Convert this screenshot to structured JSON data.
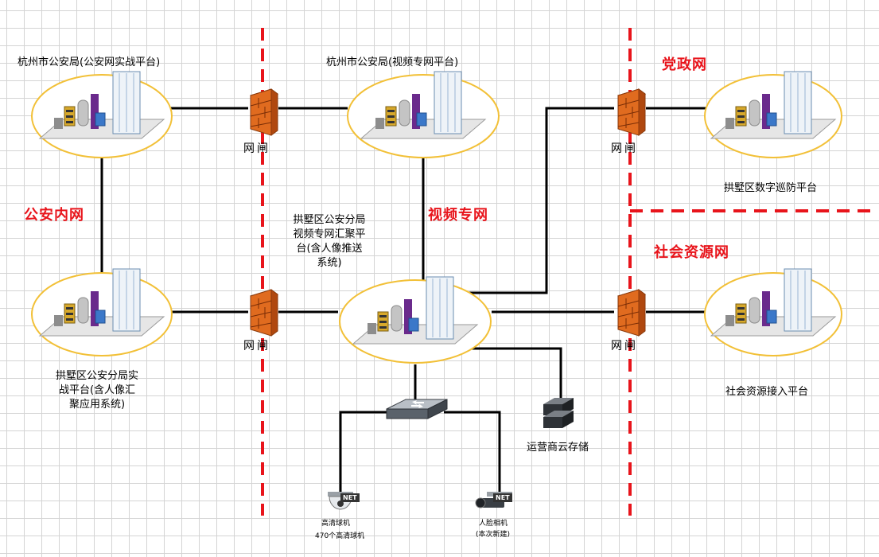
{
  "zones": {
    "police_intranet": "公安内网",
    "video_private": "视频专网",
    "party_gov": "党政网",
    "social": "社会资源网"
  },
  "platforms": {
    "hz_police_combat": "杭州市公安局(公安网实战平台)",
    "hz_police_video": "杭州市公安局(视频专网平台)",
    "gongshu_patrol": "拱墅区数字巡防平台",
    "gongshu_video_hub": "拱墅区公安分局视频专网汇聚平台(含人像推送系统)",
    "gongshu_combat": "拱墅区公安分局实战平台(含人像汇聚应用系统)",
    "social_access": "社会资源接入平台"
  },
  "gateway_label": "网闸",
  "storage": "运营商云存储",
  "devices": {
    "dome_camera": {
      "badge": "NET",
      "name": "高清球机",
      "note": "470个高清球机"
    },
    "face_camera": {
      "badge": "NET",
      "name": "人脸相机",
      "note": "(本次新建)"
    }
  },
  "colors": {
    "zone_divider": "#e8141b",
    "platform_outline": "#f2c037",
    "link": "#000000",
    "firewall": "#e06b1f"
  }
}
